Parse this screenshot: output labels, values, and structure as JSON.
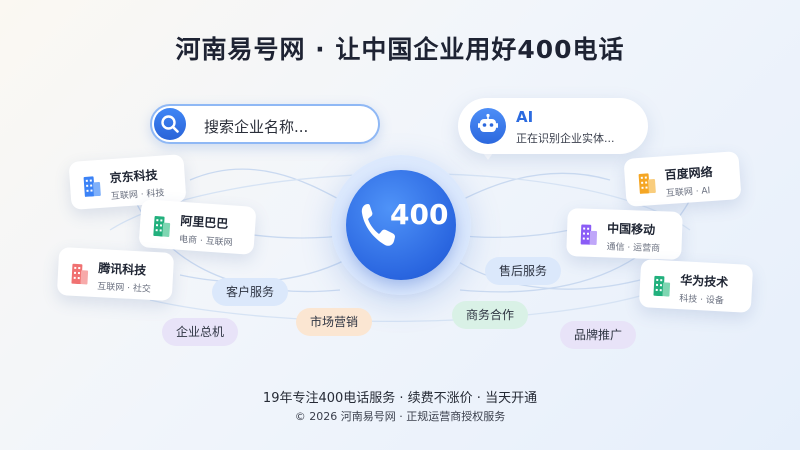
{
  "title": "河南易号网 · 让中国企业用好400电话",
  "search": {
    "placeholder": "搜索企业名称..."
  },
  "ai": {
    "name": "AI",
    "status": "正在识别企业实体..."
  },
  "phone": {
    "label": "400"
  },
  "companies": [
    {
      "name": "京东科技",
      "sub": "互联网 · 科技",
      "color": "#3b82f6"
    },
    {
      "name": "阿里巴巴",
      "sub": "电商 · 互联网",
      "color": "#22b07d"
    },
    {
      "name": "腾讯科技",
      "sub": "互联网 · 社交",
      "color": "#f07171"
    },
    {
      "name": "百度网络",
      "sub": "互联网 · AI",
      "color": "#f5a623"
    },
    {
      "name": "中国移动",
      "sub": "通信 · 运营商",
      "color": "#8b5cf6"
    },
    {
      "name": "华为技术",
      "sub": "科技 · 设备",
      "color": "#22b07d"
    }
  ],
  "tags": [
    {
      "label": "客户服务",
      "bg": "#dbe8fb"
    },
    {
      "label": "企业总机",
      "bg": "#e8e3f8"
    },
    {
      "label": "市场营销",
      "bg": "#fbe6d2"
    },
    {
      "label": "售后服务",
      "bg": "#dbe8fb"
    },
    {
      "label": "商务合作",
      "bg": "#d9f1e6"
    },
    {
      "label": "品牌推广",
      "bg": "#e8e3f8"
    }
  ],
  "footer": {
    "line1": "19年专注400电话服务 · 续费不涨价 · 当天开通",
    "line2": "© 2026 河南易号网 · 正规运营商授权服务"
  }
}
